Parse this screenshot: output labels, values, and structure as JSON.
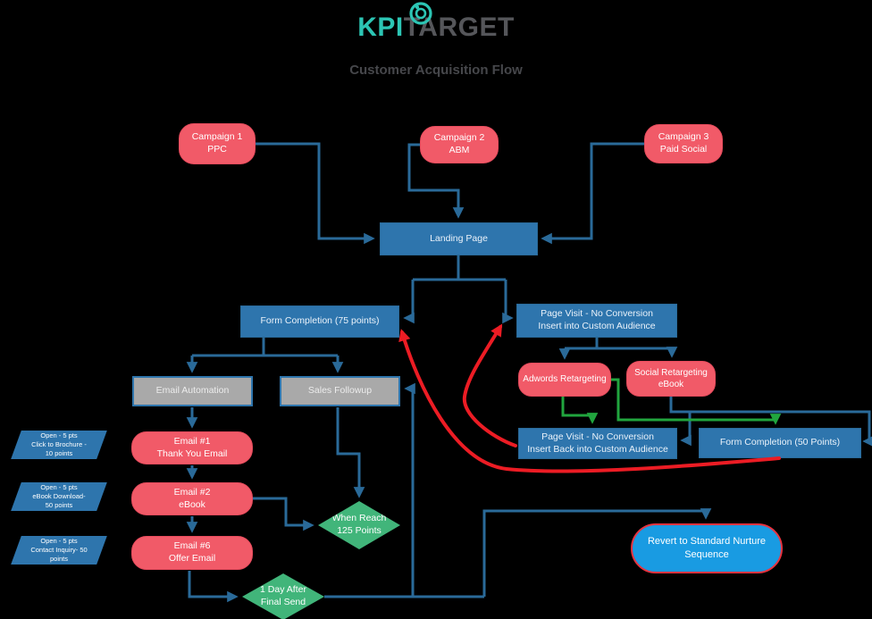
{
  "header": {
    "logo": {
      "kpi": "KPI",
      "target": "TARGET",
      "icon": "target-spiral-icon"
    },
    "subtitle": "Customer Acquisition Flow"
  },
  "nodes": {
    "campaign1": {
      "line1": "Campaign 1",
      "line2": "PPC"
    },
    "campaign2": {
      "line1": "Campaign 2",
      "line2": "ABM"
    },
    "campaign3": {
      "line1": "Campaign 3",
      "line2": "Paid Social"
    },
    "landing_page": {
      "line1": "Landing Page"
    },
    "form_completion_75": {
      "line1": "Form Completion (75 points)"
    },
    "page_visit_no_conversion": {
      "line1": "Page Visit - No Conversion",
      "line2": "Insert into Custom Audience"
    },
    "adwords_retargeting": {
      "line1": "Adwords Retargeting"
    },
    "social_retargeting": {
      "line1": "Social Retargeting",
      "line2": "eBook"
    },
    "page_visit_insert_back": {
      "line1": "Page Visit - No Conversion",
      "line2": "Insert Back into Custom Audience"
    },
    "form_completion_50": {
      "line1": "Form Completion (50 Points)"
    },
    "email_automation": {
      "line1": "Email Automation"
    },
    "sales_followup": {
      "line1": "Sales Followup"
    },
    "email1": {
      "line1": "Email #1",
      "line2": "Thank You Email"
    },
    "email2": {
      "line1": "Email #2",
      "line2": "eBook"
    },
    "email6": {
      "line1": "Email #6",
      "line2": "Offer Email"
    },
    "score1": {
      "line1": "Open - 5 pts",
      "line2": "Click to Brochure -",
      "line3": "10 points"
    },
    "score2": {
      "line1": "Open - 5 pts",
      "line2": "eBook Download-",
      "line3": "50 points"
    },
    "score3": {
      "line1": "Open - 5 pts",
      "line2": "Contact Inquiry- 50",
      "line3": "points"
    },
    "when_reach_125": {
      "line1": "When Reach",
      "line2": "125 Points"
    },
    "one_day_after": {
      "line1": "1 Day After",
      "line2": "Final Send"
    },
    "revert_nurture": {
      "line1": "Revert to Standard Nurture",
      "line2": "Sequence"
    }
  },
  "edges": [
    {
      "from": "campaign1",
      "to": "landing_page",
      "color": "blue"
    },
    {
      "from": "campaign2",
      "to": "landing_page",
      "color": "blue"
    },
    {
      "from": "campaign3",
      "to": "landing_page",
      "color": "blue"
    },
    {
      "from": "landing_page",
      "to": "form_completion_75",
      "color": "blue"
    },
    {
      "from": "landing_page",
      "to": "page_visit_no_conversion",
      "color": "blue"
    },
    {
      "from": "form_completion_75",
      "to": "email_automation",
      "color": "blue"
    },
    {
      "from": "form_completion_75",
      "to": "sales_followup",
      "color": "blue"
    },
    {
      "from": "page_visit_no_conversion",
      "to": "adwords_retargeting",
      "color": "blue"
    },
    {
      "from": "page_visit_no_conversion",
      "to": "social_retargeting",
      "color": "blue"
    },
    {
      "from": "email_automation",
      "to": "email1",
      "color": "blue"
    },
    {
      "from": "email1",
      "to": "email2",
      "color": "blue"
    },
    {
      "from": "email2",
      "to": "email6",
      "color": "blue"
    },
    {
      "from": "email2",
      "to": "when_reach_125",
      "color": "blue"
    },
    {
      "from": "sales_followup",
      "to": "when_reach_125",
      "color": "blue"
    },
    {
      "from": "email6",
      "to": "one_day_after",
      "color": "blue"
    },
    {
      "from": "one_day_after",
      "to": "sales_followup",
      "color": "blue"
    },
    {
      "from": "one_day_after",
      "to": "revert_nurture",
      "color": "blue"
    },
    {
      "from": "social_retargeting",
      "to": "page_visit_insert_back",
      "color": "blue"
    },
    {
      "from": "social_retargeting",
      "to": "form_completion_50",
      "color": "blue"
    },
    {
      "from": "adwords_retargeting",
      "to": "page_visit_insert_back",
      "color": "green"
    },
    {
      "from": "adwords_retargeting",
      "to": "form_completion_50",
      "color": "green"
    },
    {
      "from": "form_completion_50",
      "to": "form_completion_75",
      "color": "red"
    },
    {
      "from": "page_visit_insert_back",
      "to": "page_visit_no_conversion",
      "color": "red"
    }
  ],
  "colors": {
    "background": "#000000",
    "node_red": "#f15a68",
    "node_blue": "#2e75ad",
    "node_gray": "#a9a9a9",
    "node_green": "#41b57a",
    "node_bright_blue": "#199be2",
    "revert_border_red": "#e8333f",
    "wire_blue": "#2a6a99",
    "wire_green": "#21a53e",
    "wire_red": "#ec1c24",
    "logo_teal": "#2cc5b4",
    "logo_gray": "#55565a",
    "subtitle_gray": "#46474b"
  }
}
